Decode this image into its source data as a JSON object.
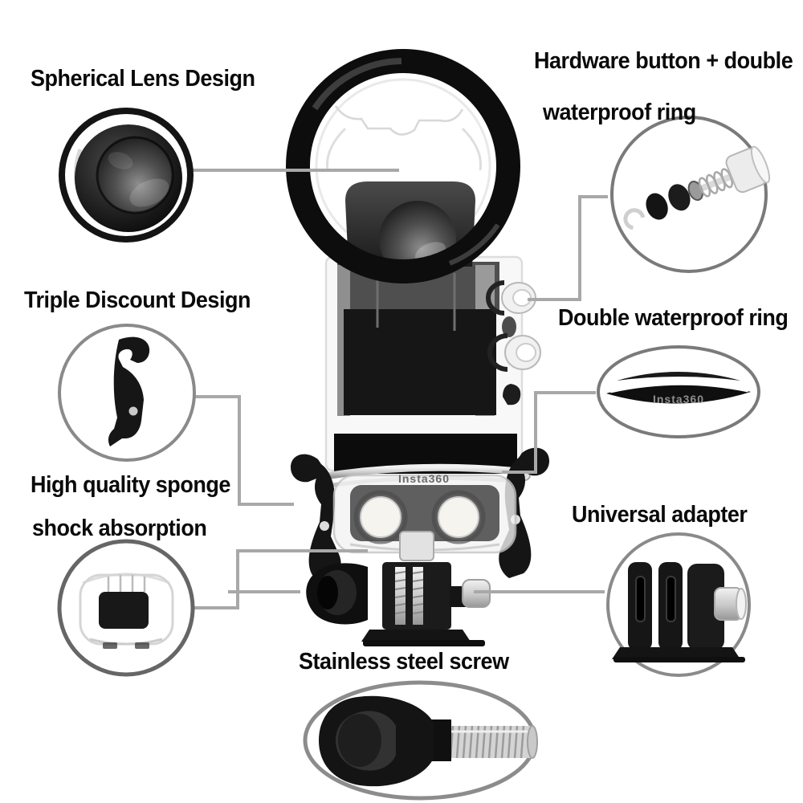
{
  "labels": {
    "spherical_lens": "Spherical Lens Design",
    "hardware_button_line1": "Hardware button + double",
    "hardware_button_line2": "waterproof ring",
    "triple_discount": "Triple Discount Design",
    "double_waterproof": "Double waterproof ring",
    "sponge_line1": "High quality sponge",
    "sponge_line2": "shock absorption",
    "universal_adapter": "Universal adapter",
    "stainless_screw": "Stainless steel screw"
  },
  "brand": "Insta360",
  "colors": {
    "background": "#ffffff",
    "label_text": "#0a0a0a",
    "callout_line": "#a8a8a8",
    "detail_ring_gray": "#7a7a7a",
    "product_black": "#111111",
    "silver": "#d6d6d6"
  }
}
